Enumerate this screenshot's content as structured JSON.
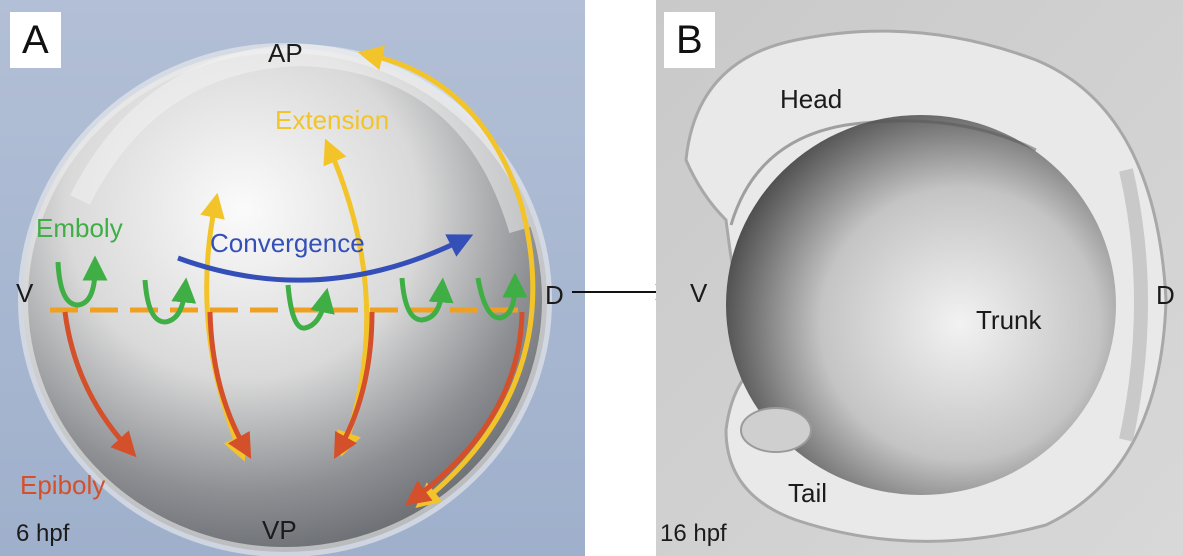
{
  "panel_a": {
    "letter": "A",
    "labels": {
      "ap": "AP",
      "vp": "VP",
      "v": "V",
      "d": "D",
      "extension": "Extension",
      "emboly": "Emboly",
      "convergence": "Convergence",
      "epiboly": "Epiboly"
    },
    "stage": "6 hpf",
    "colors": {
      "extension": "#f2c42a",
      "emboly": "#3fae45",
      "convergence": "#3450b8",
      "epiboly": "#d4502b",
      "margin": "#f0a020"
    }
  },
  "panel_b": {
    "letter": "B",
    "labels": {
      "head": "Head",
      "trunk": "Trunk",
      "tail": "Tail",
      "v": "V",
      "d": "D"
    },
    "stage": "16 hpf"
  }
}
